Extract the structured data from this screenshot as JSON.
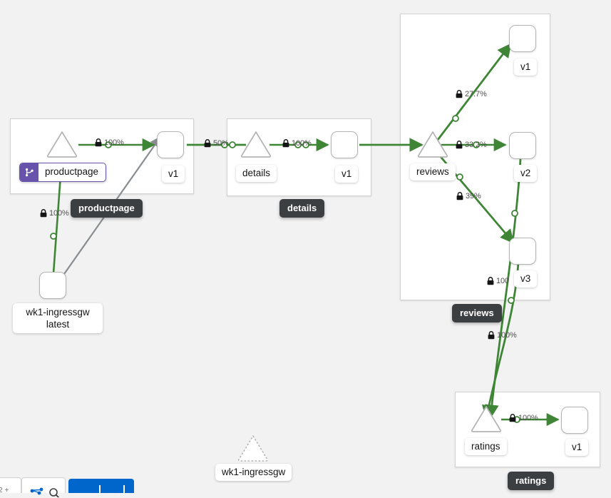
{
  "canvas": {
    "background_color": "#f2f2f2",
    "edge_color_healthy": "#3e8635",
    "edge_color_idle": "#8a8d90",
    "node_border_color": "#b4b4b4",
    "namespace_box_border": "#d2d2d2",
    "chip_background": "#3c3f42",
    "vs_badge_color": "#6753ac"
  },
  "namespaces": [
    {
      "id": "productpage",
      "chip_label": "productpage"
    },
    {
      "id": "details",
      "chip_label": "details"
    },
    {
      "id": "reviews",
      "chip_label": "reviews"
    },
    {
      "id": "ratings",
      "chip_label": "ratings"
    }
  ],
  "nodes": [
    {
      "id": "productpage-service",
      "label": "productpage",
      "type": "service",
      "badge": "virtual-service-icon",
      "has_badge": true
    },
    {
      "id": "productpage-v1",
      "label": "v1",
      "type": "workload"
    },
    {
      "id": "details-service",
      "label": "details",
      "type": "service"
    },
    {
      "id": "details-v1",
      "label": "v1",
      "type": "workload"
    },
    {
      "id": "reviews-service",
      "label": "reviews",
      "type": "service"
    },
    {
      "id": "reviews-v1",
      "label": "v1",
      "type": "workload"
    },
    {
      "id": "reviews-v2",
      "label": "v2",
      "type": "workload"
    },
    {
      "id": "reviews-v3",
      "label": "v3",
      "type": "workload"
    },
    {
      "id": "ratings-service",
      "label": "ratings",
      "type": "service"
    },
    {
      "id": "ratings-v1",
      "label": "v1",
      "type": "workload"
    },
    {
      "id": "ingressgw-workload",
      "label": "wk1-ingressgw\nlatest",
      "type": "workload"
    },
    {
      "id": "wk1-ingressgw-service",
      "label": "wk1-ingressgw",
      "type": "service",
      "style": "dashed-outline"
    }
  ],
  "edges": [
    {
      "id": "ingress-to-productpage-svc",
      "source": "ingressgw-workload",
      "target": "productpage-service",
      "traffic": "100%",
      "mtls": true,
      "health": "healthy"
    },
    {
      "id": "ingress-to-productpage-v1",
      "source": "ingressgw-workload",
      "target": "productpage-v1",
      "traffic": "",
      "mtls": false,
      "health": "idle"
    },
    {
      "id": "productpage-svc-to-v1",
      "source": "productpage-service",
      "target": "productpage-v1",
      "traffic": "100%",
      "mtls": true,
      "health": "healthy"
    },
    {
      "id": "productpage-v1-to-details-svc",
      "source": "productpage-v1",
      "target": "details-service",
      "traffic": "50%",
      "mtls": true,
      "health": "healthy"
    },
    {
      "id": "details-svc-to-v1",
      "source": "details-service",
      "target": "details-v1",
      "traffic": "100%",
      "mtls": true,
      "health": "healthy"
    },
    {
      "id": "details-v1-to-reviews-svc",
      "source": "details-v1",
      "target": "reviews-service",
      "traffic": "",
      "mtls": false,
      "health": "healthy"
    },
    {
      "id": "reviews-svc-to-v1",
      "source": "reviews-service",
      "target": "reviews-v1",
      "traffic": "27.7%",
      "mtls": true,
      "health": "healthy"
    },
    {
      "id": "reviews-svc-to-v2",
      "source": "reviews-service",
      "target": "reviews-v2",
      "traffic": "33.2%",
      "mtls": true,
      "health": "healthy"
    },
    {
      "id": "reviews-svc-to-v3",
      "source": "reviews-service",
      "target": "reviews-v3",
      "traffic": "39%",
      "mtls": true,
      "health": "healthy"
    },
    {
      "id": "reviews-v3-to-ratings-svc",
      "source": "reviews-v3",
      "target": "ratings-service",
      "traffic": "100",
      "mtls": true,
      "health": "healthy"
    },
    {
      "id": "reviews-v2-to-ratings-svc",
      "source": "reviews-v2",
      "target": "ratings-service",
      "traffic": "100%",
      "mtls": true,
      "health": "healthy"
    },
    {
      "id": "ratings-svc-to-v1",
      "source": "ratings-service",
      "target": "ratings-v1",
      "traffic": "100%",
      "mtls": true,
      "health": "healthy"
    }
  ],
  "edge_labels": [
    {
      "id": "lbl-productpage-svc-to-v1",
      "text": "100%",
      "mtls": true
    },
    {
      "id": "lbl-ingress-to-productpage",
      "text": "100%",
      "mtls": true
    },
    {
      "id": "lbl-productpage-v1-to-details",
      "text": "50%",
      "mtls": true
    },
    {
      "id": "lbl-details-svc-to-v1",
      "text": "100%",
      "mtls": true
    },
    {
      "id": "lbl-reviews-v1",
      "text": "27.7%",
      "mtls": true
    },
    {
      "id": "lbl-reviews-v2",
      "text": "33.2%",
      "mtls": true
    },
    {
      "id": "lbl-reviews-v3",
      "text": "39%",
      "mtls": true
    },
    {
      "id": "lbl-reviews-to-ratings",
      "text": "100",
      "mtls": true
    },
    {
      "id": "lbl-v2-to-ratings",
      "text": "100%",
      "mtls": true
    },
    {
      "id": "lbl-ratings-svc-to-v1",
      "text": "100%",
      "mtls": true
    }
  ]
}
